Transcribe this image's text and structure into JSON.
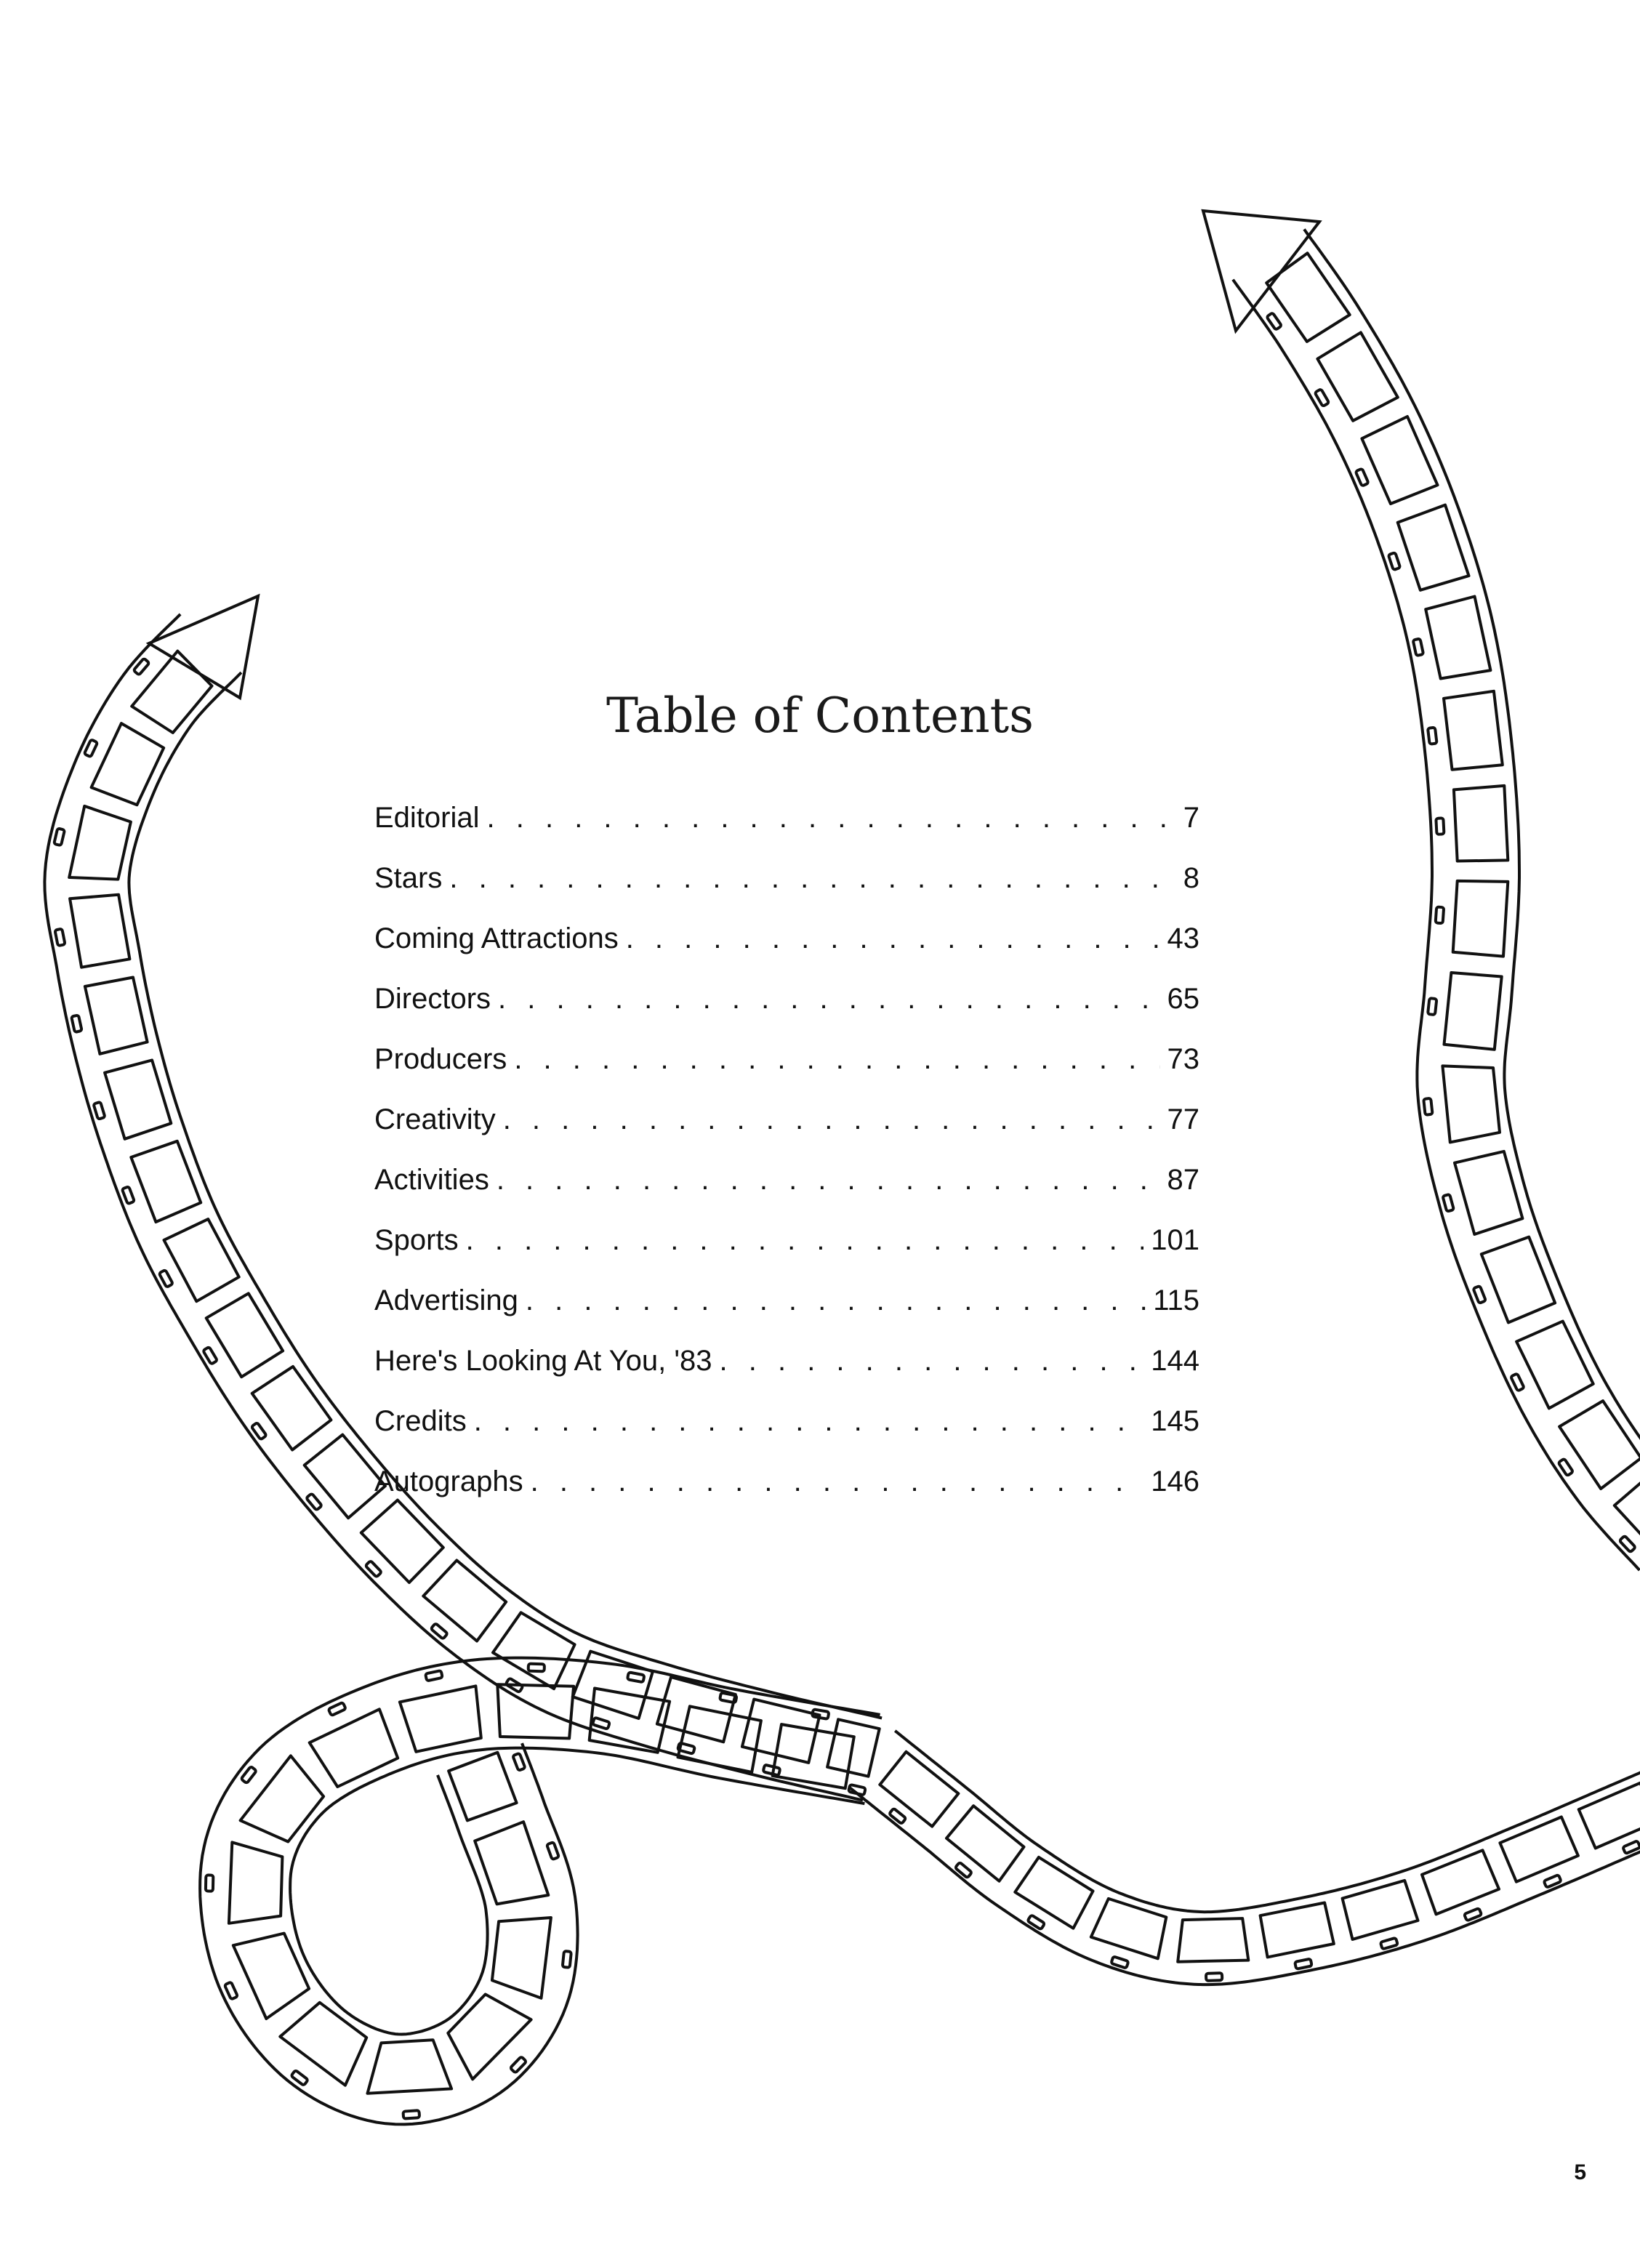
{
  "page": {
    "title": "Table of Contents",
    "page_number": "5"
  },
  "toc": {
    "entries": [
      {
        "label": "Editorial",
        "page": "7"
      },
      {
        "label": "Stars",
        "page": "8"
      },
      {
        "label": "Coming Attractions",
        "page": "43"
      },
      {
        "label": "Directors",
        "page": "65"
      },
      {
        "label": "Producers",
        "page": "73"
      },
      {
        "label": "Creativity",
        "page": "77"
      },
      {
        "label": "Activities",
        "page": "87"
      },
      {
        "label": "Sports",
        "page": "101"
      },
      {
        "label": "Advertising",
        "page": "115"
      },
      {
        "label": "Here's Looking At You, '83",
        "page": "144"
      },
      {
        "label": "Credits",
        "page": "145"
      },
      {
        "label": "Autographs",
        "page": "146"
      }
    ]
  },
  "illustration": {
    "name": "film-strip-illustration",
    "ink_color": "#111111",
    "paper_color": "#ffffff"
  }
}
